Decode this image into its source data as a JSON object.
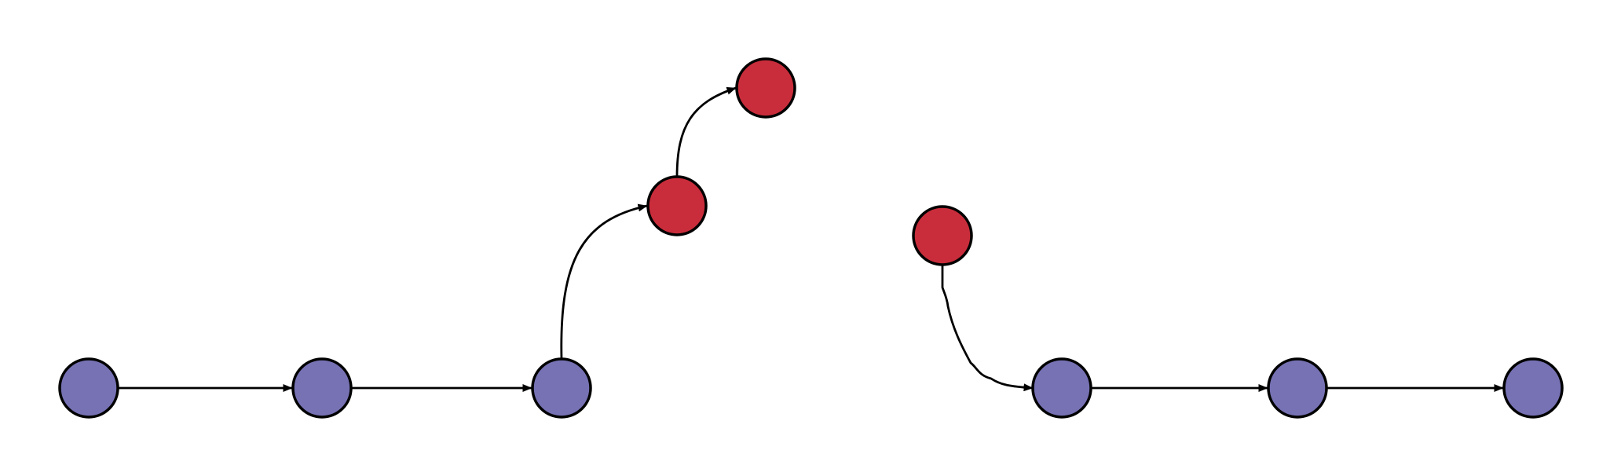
{
  "diagram": {
    "colors": {
      "blue_node": "#7672b4",
      "red_node": "#c92d3b",
      "stroke": "#000000",
      "background": "#ffffff"
    },
    "nodes": [
      {
        "id": "b1",
        "color": "blue"
      },
      {
        "id": "b2",
        "color": "blue"
      },
      {
        "id": "b3",
        "color": "blue"
      },
      {
        "id": "r1",
        "color": "red"
      },
      {
        "id": "r2",
        "color": "red"
      },
      {
        "id": "r3",
        "color": "red"
      },
      {
        "id": "b4",
        "color": "blue"
      },
      {
        "id": "b5",
        "color": "blue"
      },
      {
        "id": "b6",
        "color": "blue"
      }
    ],
    "edges": [
      {
        "from": "b1",
        "to": "b2"
      },
      {
        "from": "b2",
        "to": "b3"
      },
      {
        "from": "b3",
        "to": "r1"
      },
      {
        "from": "r1",
        "to": "r2"
      },
      {
        "from": "r3",
        "to": "b4"
      },
      {
        "from": "b4",
        "to": "b5"
      },
      {
        "from": "b5",
        "to": "b6"
      }
    ]
  }
}
